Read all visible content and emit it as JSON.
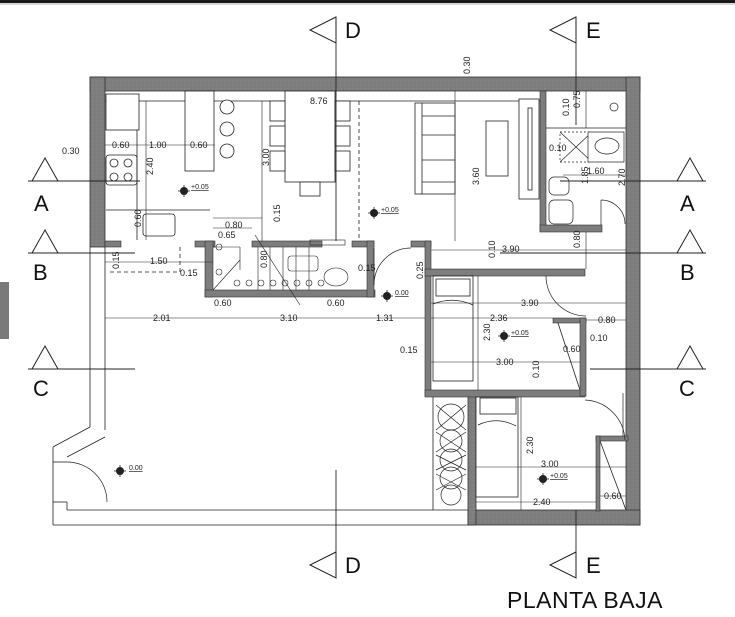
{
  "drawing": {
    "title": "PLANTA BAJA",
    "type": "architectural floor plan",
    "colors": {
      "wall_fill": "#7d7d7d",
      "line": "#222222",
      "background": "#ffffff"
    }
  },
  "section_markers": [
    {
      "id": "A",
      "label": "A",
      "side": "left"
    },
    {
      "id": "A",
      "label": "A",
      "side": "right"
    },
    {
      "id": "B",
      "label": "B",
      "side": "left"
    },
    {
      "id": "B",
      "label": "B",
      "side": "right"
    },
    {
      "id": "C",
      "label": "C",
      "side": "left"
    },
    {
      "id": "C",
      "label": "C",
      "side": "right"
    },
    {
      "id": "D",
      "label": "D",
      "side": "top"
    },
    {
      "id": "D",
      "label": "D",
      "side": "bottom"
    },
    {
      "id": "E",
      "label": "E",
      "side": "top"
    },
    {
      "id": "E",
      "label": "E",
      "side": "bottom"
    }
  ],
  "dimensions": {
    "top_wall": "0.30",
    "overall_width": "8.76",
    "kitchen_left_wall": "0.30",
    "kitchen_counter_depth": "0.60",
    "kitchen_aisle": "1.00",
    "island_width": "0.60",
    "kitchen_depth": "2.40",
    "dining_depth": "3.00",
    "living_depth": "3.60",
    "sink_counter": "0.60",
    "stair_a": "0.80",
    "stair_b": "0.65",
    "stair_gap": "0.15",
    "laundry_width": "0.80",
    "window_left": "0.60",
    "window_right": "0.60",
    "wall_015_left": "0.15",
    "wall_015_right": "0.15",
    "hall_width_left": "1.50",
    "hall_015": "0.15",
    "span_1": "2.01",
    "span_2": "3.10",
    "span_3": "1.31",
    "bath_top": "0.10",
    "bath_075": "0.75",
    "bath_side": "0.10",
    "bath_width": "1.60",
    "bath_bidet": "1.85",
    "bath_depth": "2.70",
    "corridor_width_top": "3.90",
    "corridor_080": "0.80",
    "corridor_010": "0.10",
    "corridor_025": "0.25",
    "bed1_width": "3.90",
    "bed1_236": "2.36",
    "bed1_depth": "2.30",
    "bed1_015": "0.15",
    "bed1_300": "3.00",
    "bed1_closet": "0.60",
    "bed1_closet_wall": "0.10",
    "bed1_right": "0.80",
    "bed1_bottom_wall": "0.10",
    "bed2_depth": "2.30",
    "bed2_width": "3.00",
    "bed2_inner": "2.40",
    "bed2_closet": "0.60"
  },
  "levels": {
    "kitchen": "+0.05",
    "living": "+0.05",
    "entry_hall": "0.00",
    "bedroom_1": "+0.05",
    "bedroom_2": "+0.05",
    "garage": "0.00"
  }
}
